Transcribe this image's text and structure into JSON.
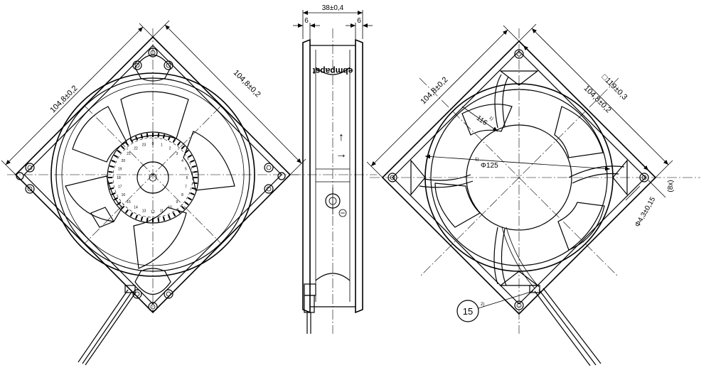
{
  "drawing": {
    "left_view": {
      "dim_left": "104,8±0,2",
      "dim_right": "104,8±0,2",
      "rotor_scale": [
        "0",
        "1",
        "2",
        "3",
        "4",
        "5",
        "6",
        "7",
        "8",
        "9",
        "10",
        "11",
        "12",
        "13",
        "14",
        "15",
        "16",
        "17",
        "18",
        "19",
        "20",
        "21",
        "22",
        "23"
      ]
    },
    "side_view": {
      "dim_width": "38±0,4",
      "dim_left_flange": "6",
      "dim_right_flange": "6",
      "brand": "ebmpapst",
      "arrow_up": "↑",
      "arrow_right": "→"
    },
    "right_view": {
      "dim_square": "□119±0,3",
      "dim_left": "104,8±0,2",
      "dim_right": "104,8±0,2",
      "dim_116": "116",
      "dim_116_note": "1)",
      "dim_dia125": "Φ125",
      "dim_dia125_note": "1)",
      "dim_hole": "Φ4,3±0,15",
      "dim_hole_count": "(8x)",
      "balloon": "15",
      "balloon_note": "2)"
    }
  }
}
